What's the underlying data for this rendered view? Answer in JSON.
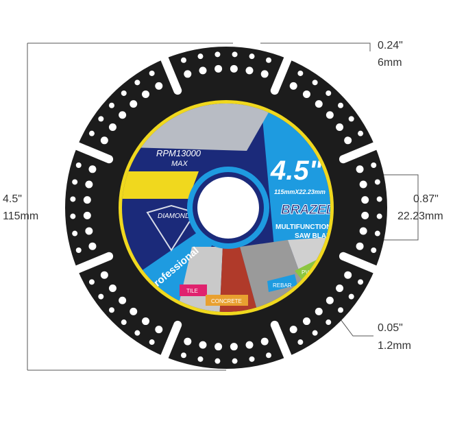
{
  "dimensions": {
    "segment_height": {
      "inch": "0.24\"",
      "mm": "6mm"
    },
    "diameter": {
      "inch": "4.5\"",
      "mm": "115mm"
    },
    "arbor": {
      "inch": "0.87\"",
      "mm": "22.23mm"
    },
    "thickness": {
      "inch": "0.05\"",
      "mm": "1.2mm"
    }
  },
  "blade_label": {
    "rpm": "RPM13000",
    "rpm_sub": "MAX",
    "size": "4.5\"",
    "size_spec": "115mmX22.23mm",
    "type": "BRAZED",
    "desc1": "MULTIFUNCTIONAL",
    "desc2": "SAW BLADE",
    "diamond": "DIAMOND",
    "grade": "Professional",
    "materials": [
      "TILE",
      "CONCRETE",
      "REBAR",
      "PVC"
    ]
  },
  "colors": {
    "blade": "#1c1c1c",
    "blue": "#1e9be0",
    "navy": "#1b2a7a",
    "yellow": "#f0d81e",
    "pink": "#e0226e",
    "orange": "#e8a030",
    "green": "#8cc63f"
  }
}
